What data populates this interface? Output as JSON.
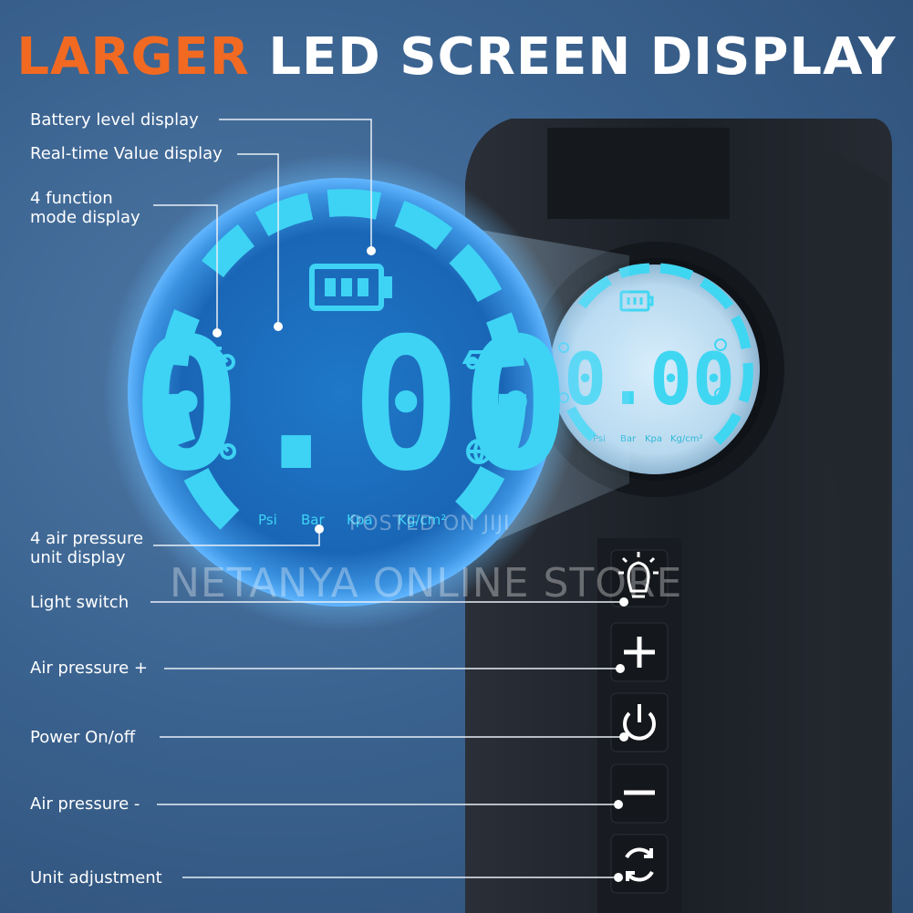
{
  "title": {
    "accent": "LARGER",
    "rest": "LED SCREEN DISPLAY"
  },
  "labels": {
    "battery": "Battery level display",
    "realtime": "Real-time Value display",
    "mode_1": "4 function",
    "mode_2": "mode display",
    "units_1": "4 air pressure",
    "units_2": "unit display",
    "light": "Light switch",
    "plus": "Air pressure +",
    "power": "Power On/off",
    "minus": "Air pressure -",
    "unit_adj": "Unit adjustment"
  },
  "display": {
    "value": "0.00",
    "units": [
      "Psi",
      "Bar",
      "Kpa",
      "Kg/cm²"
    ]
  },
  "watermark": {
    "line1": "POSTED ON JIJI",
    "line2": "NETANYA ONLINE STORE"
  },
  "icons": [
    "battery-icon",
    "bicycle-icon",
    "motorcycle-icon",
    "car-icon",
    "ball-icon",
    "light-bulb-icon",
    "plus-icon",
    "power-icon",
    "minus-icon",
    "cycle-icon"
  ],
  "colors": {
    "accent": "#f26a22",
    "lcd": "#3fd6f2",
    "device": "#1d2128"
  }
}
